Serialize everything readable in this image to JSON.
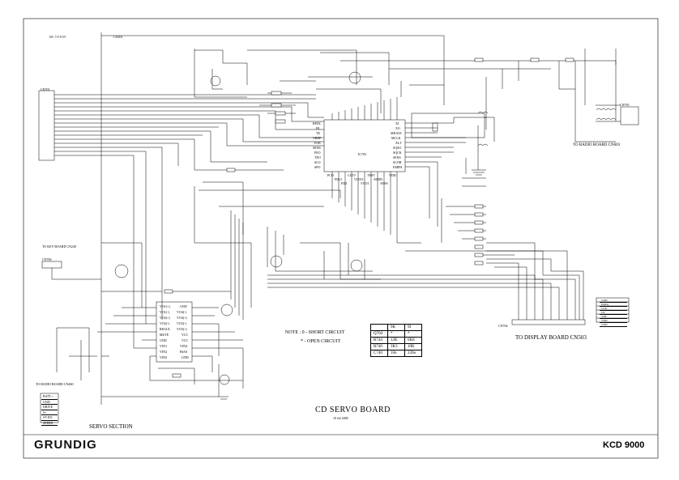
{
  "texts": {
    "top_left_ref": "DC 7.0-9.5V",
    "cn_top_left": "CN201",
    "ic_main_name": "IC703",
    "to_key_board": "TO KEY BOARD CN240",
    "to_radio_board_left": "TO RADIO BOARD CN460",
    "to_radio_board_right": "TO RADIO BOARD CN603",
    "to_display_board": "TO DISPLAY BOARD CN503",
    "note_line1": "NOTE : 0 - SHORT CIRCUIT",
    "note_line2": "* - OPEN CIRCUIT",
    "board_title": "CD SERVO BOARD",
    "board_date": "10 Jul 2000",
    "section": "SERVO SECTION",
    "brand": "GRUNDIG",
    "model": "KCD 9000",
    "cn_right": "CN705",
    "cn_lower_right": "CN704",
    "cn_left": "CN701",
    "cn_key": "CN706",
    "lead_labels": [
      "BATT+",
      "GND",
      "DRIVE",
      "S+",
      "ST-IN1",
      "SPEED"
    ],
    "right_pin_labels": [
      "GND",
      "DATA",
      "CLK",
      "CE",
      "STB",
      "VDD",
      "GND"
    ],
    "ic_left_pins": [
      "RFDC",
      "FE",
      "TE",
      "VREF",
      "FOK",
      "SENS",
      "FEO",
      "TEO",
      "SLO",
      "SPO"
    ],
    "ic_right_pins": [
      "XI",
      "XO",
      "MDATA",
      "MCLK",
      "XLT",
      "SQSO",
      "SQCK",
      "SENS",
      "SCOR",
      "EMPH"
    ],
    "ic_bottom_pins": [
      "PCO",
      "FILO",
      "FILI",
      "CLTV",
      "VCOO",
      "VCOI",
      "TEST",
      "AVDD",
      "AVSS",
      "VDD"
    ],
    "driver_left_pins": [
      "VO1(+)",
      "VO1(-)",
      "VO2(+)",
      "VO2(-)",
      "REGUL",
      "MUTE",
      "GND",
      "VIN1",
      "VIN2",
      "VIN3"
    ],
    "driver_right_pins": [
      "GND",
      "VO4(-)",
      "VO4(+)",
      "VO3(-)",
      "VO3(+)",
      "VCC",
      "VCC",
      "VIN4",
      "BIAS",
      "GND"
    ]
  },
  "option_table": {
    "header": [
      "",
      "9K",
      "9I"
    ],
    "rows": [
      [
        "Q704",
        "*",
        "*"
      ],
      [
        "R744",
        "12K",
        "6K8"
      ],
      [
        "R740",
        "3K3",
        "10K"
      ],
      [
        "C740",
        "10n",
        "220n"
      ]
    ]
  }
}
